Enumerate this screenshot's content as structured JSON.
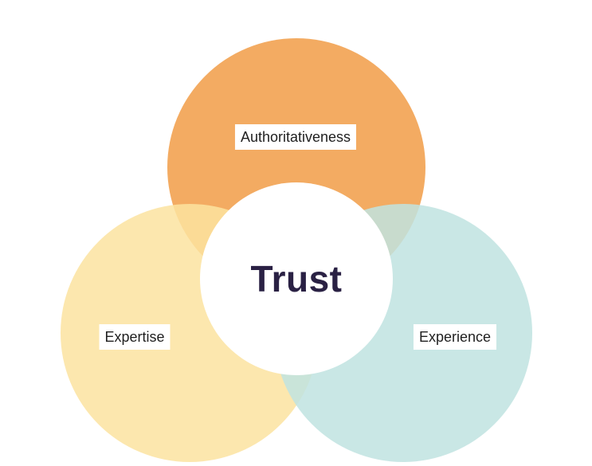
{
  "diagram": {
    "center": "Trust",
    "top": "Authoritativeness",
    "left": "Expertise",
    "right": "Experience"
  },
  "colors": {
    "top_circle": "#f2a65a",
    "left_circle": "#fbe3a0",
    "right_circle": "#bfe3e1",
    "center_circle": "#ffffff",
    "center_text": "#2a2144"
  }
}
